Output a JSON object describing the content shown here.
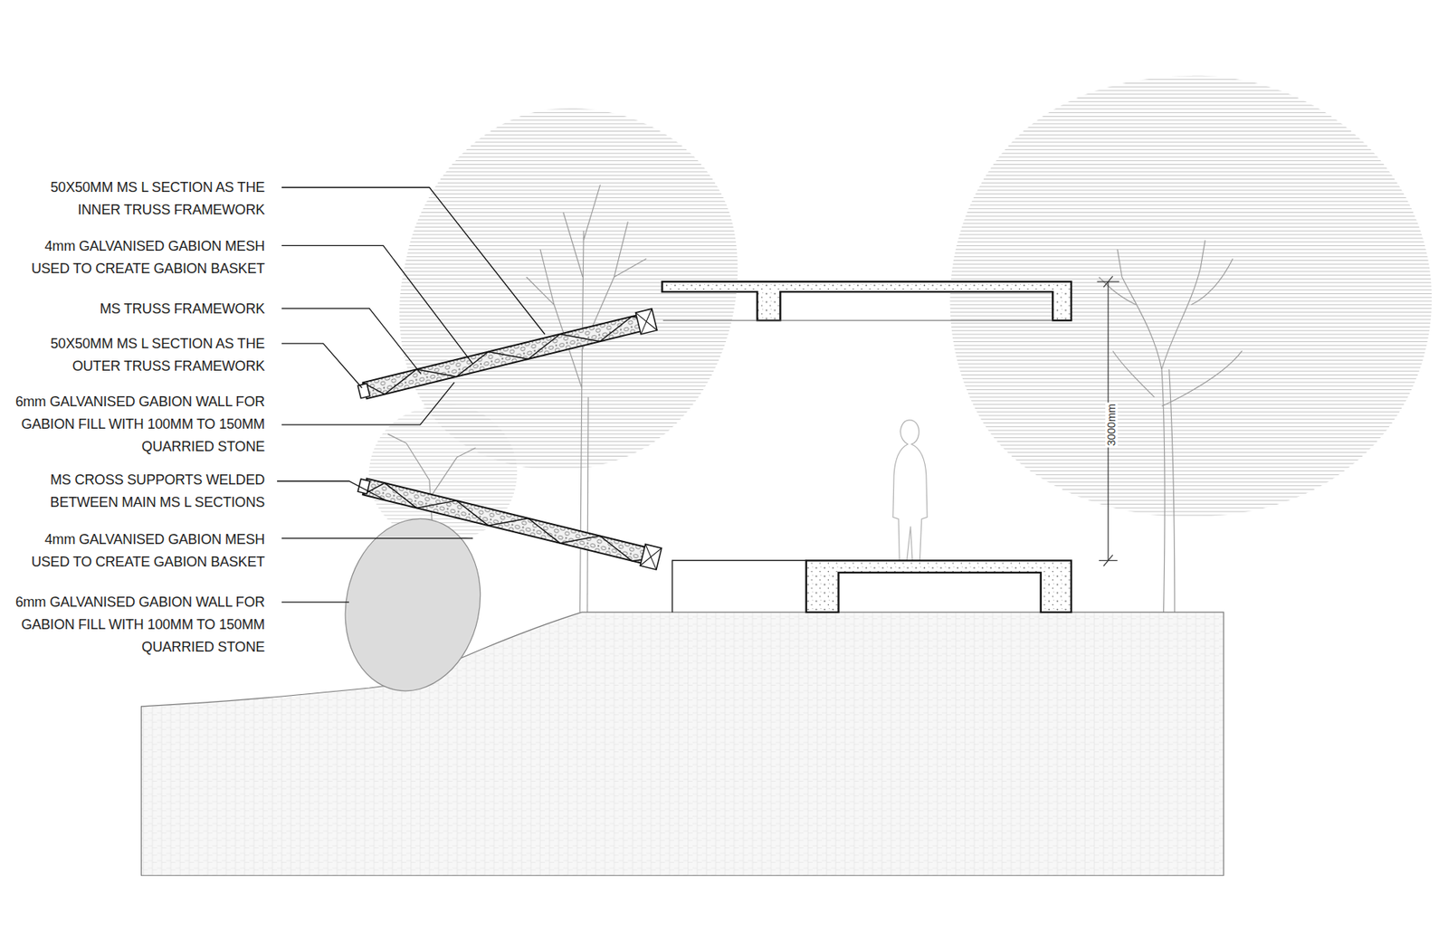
{
  "diagram": {
    "labels": [
      "50X50MM MS L SECTION AS THE INNER TRUSS FRAMEWORK",
      "4mm GALVANISED GABION MESH USED TO CREATE GABION BASKET",
      "MS TRUSS FRAMEWORK",
      "50X50MM MS L SECTION AS THE OUTER TRUSS FRAMEWORK",
      "6mm GALVANISED GABION WALL FOR GABION FILL WITH 100MM TO 150MM QUARRIED STONE",
      "MS CROSS SUPPORTS WELDED BETWEEN MAIN MS L SECTIONS",
      "4mm GALVANISED GABION MESH USED TO CREATE GABION BASKET",
      "6mm GALVANISED GABION WALL FOR GABION FILL WITH 100MM TO 150MM QUARRIED STONE",
      "3000mm"
    ]
  }
}
